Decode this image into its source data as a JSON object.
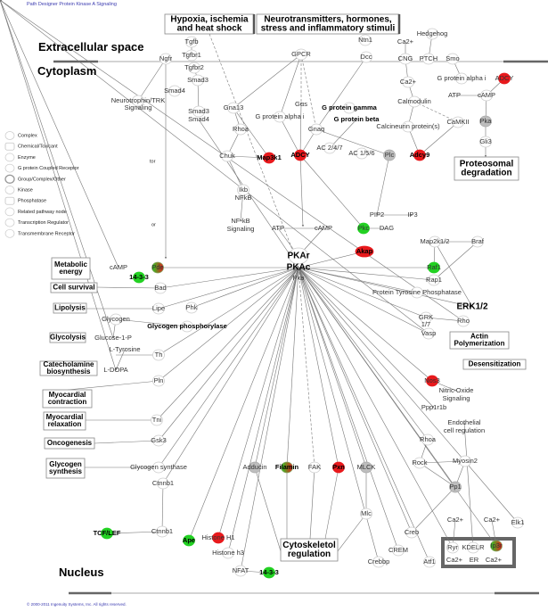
{
  "header": {
    "title": "Path Designer Protein Kinase A Signaling"
  },
  "footer": {
    "copyright": "© 2000-2011 Ingenuity Systems, Inc. All rights reserved."
  },
  "regions": {
    "extracellular": "Extracellular space",
    "cytoplasm": "Cytoplasm",
    "nucleus": "Nucleus"
  },
  "colors": {
    "upregulated": "#e8191c",
    "downregulated": "#22d122",
    "neutral": "#bdbdbd",
    "outline": "#999999",
    "edge": "#777777"
  },
  "legend": {
    "items": [
      {
        "icon": "complex-icon",
        "label": "Complex"
      },
      {
        "icon": "chemical-icon",
        "label": "Chemical/Toxicant"
      },
      {
        "icon": "enzyme-icon",
        "label": "Enzyme"
      },
      {
        "icon": "gpcr-icon",
        "label": "G protein Coupled Receptor"
      },
      {
        "icon": "group-icon",
        "label": "Group/Complex/Other"
      },
      {
        "icon": "kinase-icon",
        "label": "Kinase"
      },
      {
        "icon": "phosphatase-icon",
        "label": "Phosphatase"
      },
      {
        "icon": "pathway-node-icon",
        "label": "Related pathway node"
      },
      {
        "icon": "transcription-regulator-icon",
        "label": "Transcription Regulator"
      },
      {
        "icon": "transmembrane-receptor-icon",
        "label": "Transmembrane Receptor"
      }
    ],
    "fragments": [
      "tor",
      "or"
    ]
  },
  "boxes": [
    {
      "id": "hypoxia",
      "lines": [
        "Hypoxia, ischemia",
        "and heat shock"
      ]
    },
    {
      "id": "neuro",
      "lines": [
        "Neurotransmitters, hormones,",
        "stress and inflammatory stimuli"
      ]
    },
    {
      "id": "proteo",
      "lines": [
        "Proteosomal",
        "degradation"
      ]
    },
    {
      "id": "metabolic",
      "lines": [
        "Metabolic",
        "energy"
      ]
    },
    {
      "id": "cellsurv",
      "lines": [
        "Cell survival"
      ]
    },
    {
      "id": "lipolysis",
      "lines": [
        "Lipolysis"
      ]
    },
    {
      "id": "glycolysis",
      "lines": [
        "Glycolysis"
      ]
    },
    {
      "id": "catechol",
      "lines": [
        "Catecholamine",
        "biosynthesis"
      ]
    },
    {
      "id": "myocon",
      "lines": [
        "Myocardial",
        "contraction"
      ]
    },
    {
      "id": "myorel",
      "lines": [
        "Myocardial",
        "relaxation"
      ]
    },
    {
      "id": "onco",
      "lines": [
        "Oncogenesis"
      ]
    },
    {
      "id": "glysyn",
      "lines": [
        "Glycogen",
        "synthesis"
      ]
    },
    {
      "id": "actin",
      "lines": [
        "Actin",
        "Polymerization"
      ]
    },
    {
      "id": "desens",
      "lines": [
        "Desensitization"
      ]
    },
    {
      "id": "cyto",
      "lines": [
        "Cytoskeletol",
        "regulation"
      ]
    }
  ],
  "nodes": [
    {
      "id": "ngfr",
      "label": "Ngfr",
      "fill": "none"
    },
    {
      "id": "tgfb",
      "label": "Tgfb",
      "fill": "none"
    },
    {
      "id": "tgfbr1",
      "label": "Tgfbr1",
      "fill": "none"
    },
    {
      "id": "tgfbr2",
      "label": "Tgfbr2",
      "fill": "none"
    },
    {
      "id": "smad3a",
      "label": "Smad3",
      "fill": "none"
    },
    {
      "id": "smad4a",
      "label": "Smad4",
      "fill": "none"
    },
    {
      "id": "trk",
      "label": "Neurotrophin/TRK",
      "fill": "none"
    },
    {
      "id": "trk2",
      "label": "Signaling",
      "fill": "text"
    },
    {
      "id": "smad3b",
      "label": "Smad3",
      "fill": "none"
    },
    {
      "id": "smad4b",
      "label": "Smad4",
      "fill": "text"
    },
    {
      "id": "gpcr",
      "label": "GPCR",
      "fill": "none"
    },
    {
      "id": "ntn1",
      "label": "Ntn1",
      "fill": "none"
    },
    {
      "id": "dcc",
      "label": "Dcc",
      "fill": "none"
    },
    {
      "id": "ca1",
      "label": "Ca2+",
      "fill": "text"
    },
    {
      "id": "hedgehog",
      "label": "Hedgehog",
      "fill": "none"
    },
    {
      "id": "cng",
      "label": "CNG",
      "fill": "none"
    },
    {
      "id": "ptch",
      "label": "PTCH",
      "fill": "none"
    },
    {
      "id": "smo",
      "label": "Smo",
      "fill": "none"
    },
    {
      "id": "ca2",
      "label": "Ca2+",
      "fill": "none"
    },
    {
      "id": "gai2",
      "label": "G protein alpha i",
      "fill": "none"
    },
    {
      "id": "adcy2",
      "label": "ADCY",
      "fill": "red"
    },
    {
      "id": "atp2",
      "label": "ATP",
      "fill": "text"
    },
    {
      "id": "camp2",
      "label": "cAMP",
      "fill": "none"
    },
    {
      "id": "pka2",
      "label": "Pka",
      "fill": "gray"
    },
    {
      "id": "gli3",
      "label": "Gli3",
      "fill": "none"
    },
    {
      "id": "gna13",
      "label": "Gna13",
      "fill": "none"
    },
    {
      "id": "gai1",
      "label": "G protein alpha i",
      "fill": "none"
    },
    {
      "id": "gas",
      "label": "Gαs",
      "fill": "text"
    },
    {
      "id": "ggamma",
      "label": "G protein gamma",
      "fill": "none",
      "bold": true
    },
    {
      "id": "gbeta",
      "label": "G protein beta",
      "fill": "text",
      "bold": true
    },
    {
      "id": "gnaq",
      "label": "Gnaq",
      "fill": "none"
    },
    {
      "id": "calmod",
      "label": "Calmodulin",
      "fill": "none"
    },
    {
      "id": "calcin",
      "label": "Calcineurin protein(s)",
      "fill": "none"
    },
    {
      "id": "camkii",
      "label": "CaMKII",
      "fill": "none"
    },
    {
      "id": "rhoa1",
      "label": "Rhoa",
      "fill": "none"
    },
    {
      "id": "chuk",
      "label": "Chuk",
      "fill": "none"
    },
    {
      "id": "map3k1",
      "label": "Map3k1",
      "fill": "red",
      "bold": true
    },
    {
      "id": "adcy1",
      "label": "ADCY",
      "fill": "red",
      "bold": true
    },
    {
      "id": "ac247",
      "label": "AC 2/4/7",
      "fill": "none"
    },
    {
      "id": "ac156",
      "label": "AC 1/5/6",
      "fill": "none"
    },
    {
      "id": "plc",
      "label": "Plc",
      "fill": "gray"
    },
    {
      "id": "adcy9",
      "label": "Adcy9",
      "fill": "red",
      "bold": true
    },
    {
      "id": "ikb",
      "label": "Ikb",
      "fill": "none"
    },
    {
      "id": "nfkb",
      "label": "NFkB",
      "fill": "text"
    },
    {
      "id": "nfkbs",
      "label": "NF-kB",
      "fill": "text"
    },
    {
      "id": "nfkbs2",
      "label": "Signaling",
      "fill": "text"
    },
    {
      "id": "atp1",
      "label": "ATP",
      "fill": "text"
    },
    {
      "id": "camp1",
      "label": "cAMP",
      "fill": "text"
    },
    {
      "id": "pip2",
      "label": "PIP2",
      "fill": "text"
    },
    {
      "id": "ip3",
      "label": "IP3",
      "fill": "text"
    },
    {
      "id": "pkc",
      "label": "Pkc",
      "fill": "green"
    },
    {
      "id": "dag",
      "label": "DAG",
      "fill": "text"
    },
    {
      "id": "pkar",
      "label": "PKAr",
      "fill": "none",
      "big": true
    },
    {
      "id": "pkac",
      "label": "PKAc",
      "fill": "text",
      "big": true
    },
    {
      "id": "pka1",
      "label": "Pka",
      "fill": "text"
    },
    {
      "id": "akap",
      "label": "Akap",
      "fill": "red",
      "bold": true
    },
    {
      "id": "map2k",
      "label": "Map2k1/2",
      "fill": "none"
    },
    {
      "id": "braf",
      "label": "Braf",
      "fill": "none"
    },
    {
      "id": "raf1",
      "label": "Raf1",
      "fill": "green"
    },
    {
      "id": "rap1",
      "label": "Rap1",
      "fill": "none"
    },
    {
      "id": "ptp",
      "label": "Protein Tyrosine Phosphatase",
      "fill": "none"
    },
    {
      "id": "erk",
      "label": "ERK1/2",
      "fill": "text",
      "big": true
    },
    {
      "id": "grk",
      "label": "GRK",
      "fill": "none"
    },
    {
      "id": "grk2",
      "label": "1/7",
      "fill": "text"
    },
    {
      "id": "rho",
      "label": "Rho",
      "fill": "none"
    },
    {
      "id": "vasp",
      "label": "Vasp",
      "fill": "none"
    },
    {
      "id": "nos3",
      "label": "Nos3",
      "fill": "red"
    },
    {
      "id": "nos",
      "label": "Nitric Oxide",
      "fill": "text"
    },
    {
      "id": "nos2",
      "label": "Signaling",
      "fill": "text"
    },
    {
      "id": "ppp1r1b",
      "label": "Ppp1r1b",
      "fill": "text"
    },
    {
      "id": "endo",
      "label": "Endothelial",
      "fill": "text"
    },
    {
      "id": "endo2",
      "label": "cell regulation",
      "fill": "text"
    },
    {
      "id": "rhoa2",
      "label": "Rhoa",
      "fill": "none"
    },
    {
      "id": "rock",
      "label": "Rock",
      "fill": "none"
    },
    {
      "id": "myosin2",
      "label": "Myosin2",
      "fill": "none"
    },
    {
      "id": "pp1",
      "label": "Pp1",
      "fill": "gray"
    },
    {
      "id": "ca3",
      "label": "Ca2+",
      "fill": "text"
    },
    {
      "id": "ca4",
      "label": "Ca2+",
      "fill": "text"
    },
    {
      "id": "elk1",
      "label": "Elk1",
      "fill": "none"
    },
    {
      "id": "creb",
      "label": "Creb",
      "fill": "none"
    },
    {
      "id": "crem",
      "label": "CREM",
      "fill": "none"
    },
    {
      "id": "crebbp",
      "label": "Crebbp",
      "fill": "none"
    },
    {
      "id": "atf1",
      "label": "Atf1",
      "fill": "none"
    },
    {
      "id": "ryr",
      "label": "Ryr",
      "fill": "none"
    },
    {
      "id": "kdelr",
      "label": "KDELR",
      "fill": "none"
    },
    {
      "id": "ip3r",
      "label": "Ip3r",
      "fill": "mixed"
    },
    {
      "id": "ca5",
      "label": "Ca2+",
      "fill": "text"
    },
    {
      "id": "er",
      "label": "ER",
      "fill": "text"
    },
    {
      "id": "ca6",
      "label": "Ca2+",
      "fill": "text"
    },
    {
      "id": "camp3",
      "label": "cAMP",
      "fill": "text"
    },
    {
      "id": "pde",
      "label": "Pde",
      "fill": "mixed"
    },
    {
      "id": "p1433a",
      "label": "14-3-3",
      "fill": "green",
      "bold": true
    },
    {
      "id": "bad",
      "label": "Bad",
      "fill": "none"
    },
    {
      "id": "lipe",
      "label": "Lipe",
      "fill": "none"
    },
    {
      "id": "phk",
      "label": "Phk",
      "fill": "none"
    },
    {
      "id": "glycogen",
      "label": "Glycogen",
      "fill": "none"
    },
    {
      "id": "glyph",
      "label": "Glycogen phosphorylase",
      "fill": "none",
      "bold": true
    },
    {
      "id": "g1p",
      "label": "Glucose-1-P",
      "fill": "text"
    },
    {
      "id": "ltyr",
      "label": "L-Tyrosine",
      "fill": "text"
    },
    {
      "id": "th",
      "label": "Th",
      "fill": "none"
    },
    {
      "id": "ldopa",
      "label": "L-DOPA",
      "fill": "text"
    },
    {
      "id": "pln",
      "label": "Pln",
      "fill": "none"
    },
    {
      "id": "tni",
      "label": "Tni",
      "fill": "none"
    },
    {
      "id": "gsk3",
      "label": "Gsk3",
      "fill": "none"
    },
    {
      "id": "glysyn",
      "label": "Glycogen synthase",
      "fill": "none"
    },
    {
      "id": "ctnnb1a",
      "label": "Ctnnb1",
      "fill": "none"
    },
    {
      "id": "tcf",
      "label": "TCF/LEF",
      "fill": "green",
      "bold": true
    },
    {
      "id": "ctnnb1b",
      "label": "Ctnnb1",
      "fill": "none"
    },
    {
      "id": "ape",
      "label": "Ape",
      "fill": "green",
      "bold": true
    },
    {
      "id": "histh1",
      "label": "Histone H1",
      "fill": "red"
    },
    {
      "id": "histh3",
      "label": "Histone h3",
      "fill": "none"
    },
    {
      "id": "nfat",
      "label": "NFAT",
      "fill": "none"
    },
    {
      "id": "p1433b",
      "label": "14-3-3",
      "fill": "green",
      "bold": true
    },
    {
      "id": "adducin",
      "label": "Adducin",
      "fill": "gray"
    },
    {
      "id": "filamin",
      "label": "Filamin",
      "fill": "mixed",
      "bold": true
    },
    {
      "id": "fak",
      "label": "FAK",
      "fill": "none"
    },
    {
      "id": "pxn",
      "label": "Pxn",
      "fill": "red",
      "bold": true
    },
    {
      "id": "mlck",
      "label": "MLCK",
      "fill": "gray"
    },
    {
      "id": "mlc",
      "label": "Mlc",
      "fill": "none"
    }
  ]
}
